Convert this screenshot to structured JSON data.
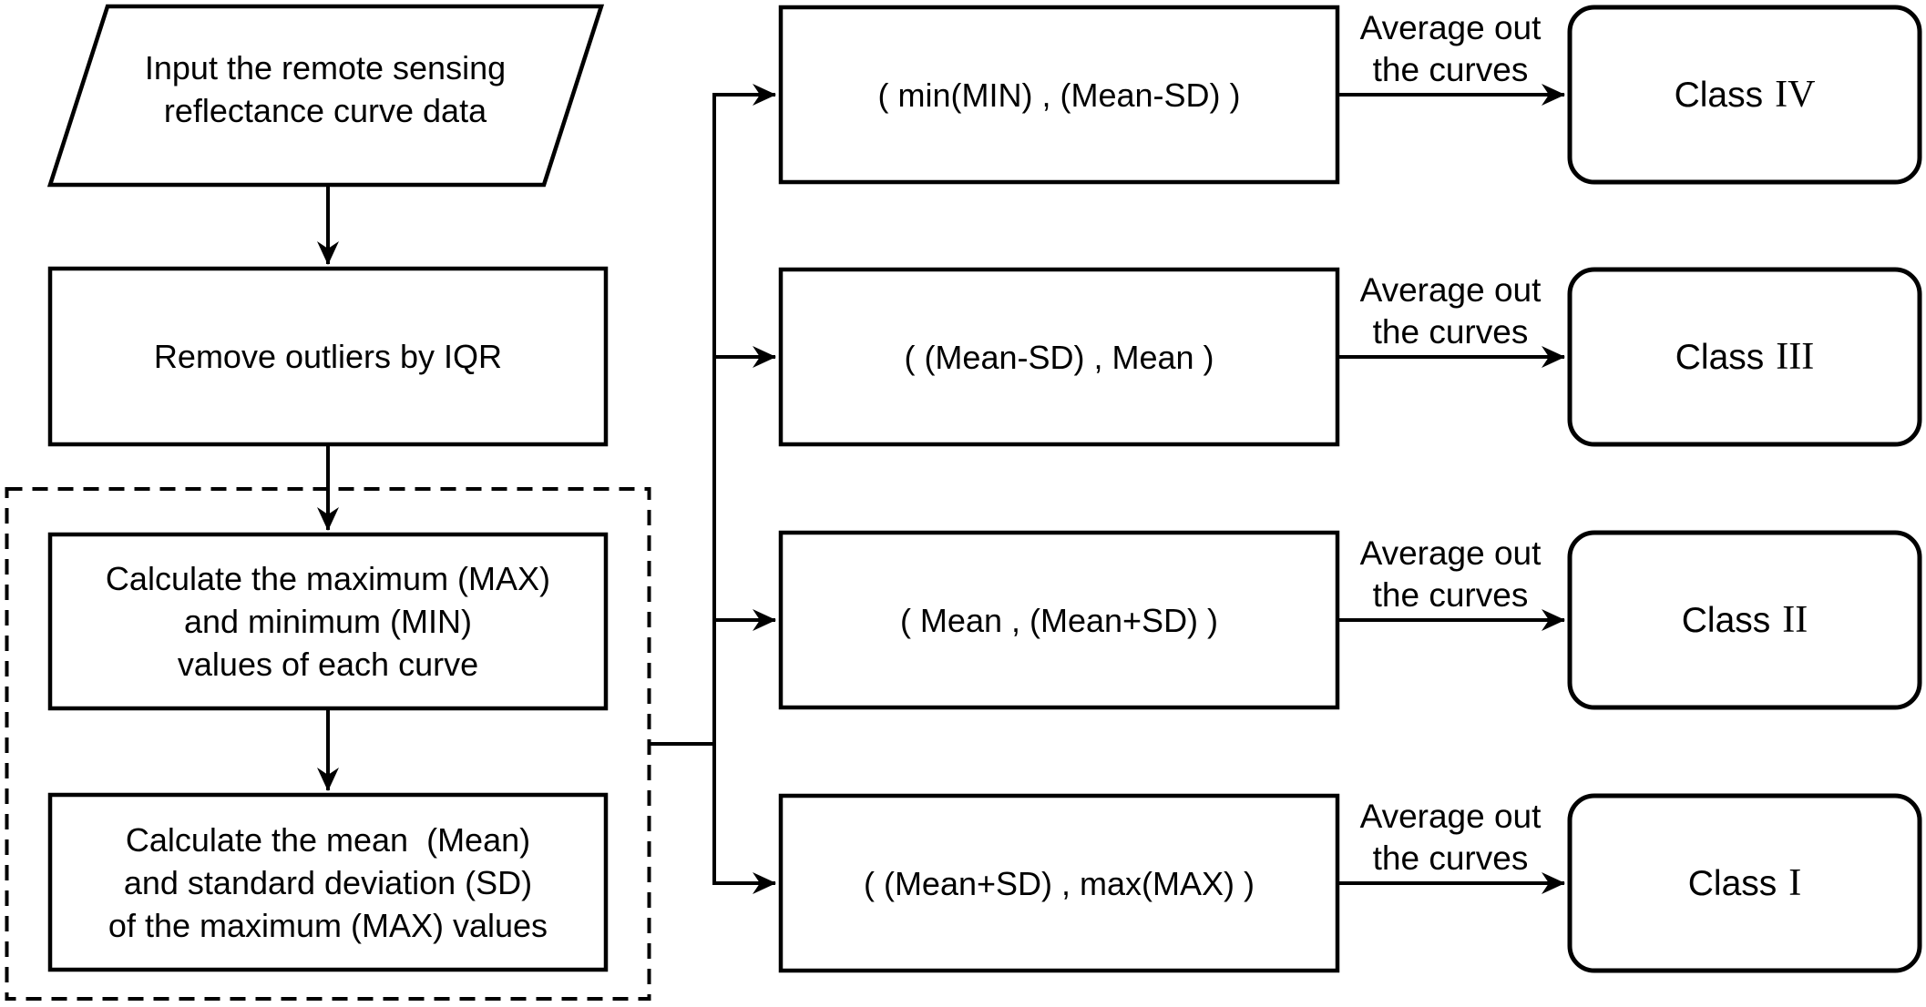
{
  "diagram": {
    "background_color": "#ffffff",
    "stroke_color": "#000000",
    "nodes": {
      "input": {
        "shape": "parallelogram",
        "lines": [
          "Input the remote sensing",
          "reflectance curve data"
        ]
      },
      "remove_outliers": {
        "shape": "rectangle",
        "lines": [
          "Remove outliers by IQR"
        ]
      },
      "calc_max_min": {
        "shape": "rectangle",
        "lines": [
          "Calculate the maximum (MAX)",
          "and minimum (MIN)",
          "values of each curve"
        ]
      },
      "calc_mean_sd": {
        "shape": "rectangle",
        "lines": [
          "Calculate the mean  (Mean)",
          "and standard deviation (SD)",
          "of the maximum (MAX) values"
        ]
      }
    },
    "dashed_group": {
      "style": "dashed-border",
      "contains": [
        "calc_max_min",
        "calc_mean_sd"
      ]
    },
    "arrow_label": {
      "line1": "Average out",
      "line2": "the curves"
    },
    "rows": [
      {
        "range": "( min(MIN) , (Mean-SD) )",
        "class_word": "Class",
        "class_numeral": "IV"
      },
      {
        "range": "( (Mean-SD) , Mean )",
        "class_word": "Class",
        "class_numeral": "III"
      },
      {
        "range": "( Mean , (Mean+SD) )",
        "class_word": "Class",
        "class_numeral": "II"
      },
      {
        "range": "( (Mean+SD) , max(MAX) )",
        "class_word": "Class",
        "class_numeral": "I"
      }
    ]
  }
}
